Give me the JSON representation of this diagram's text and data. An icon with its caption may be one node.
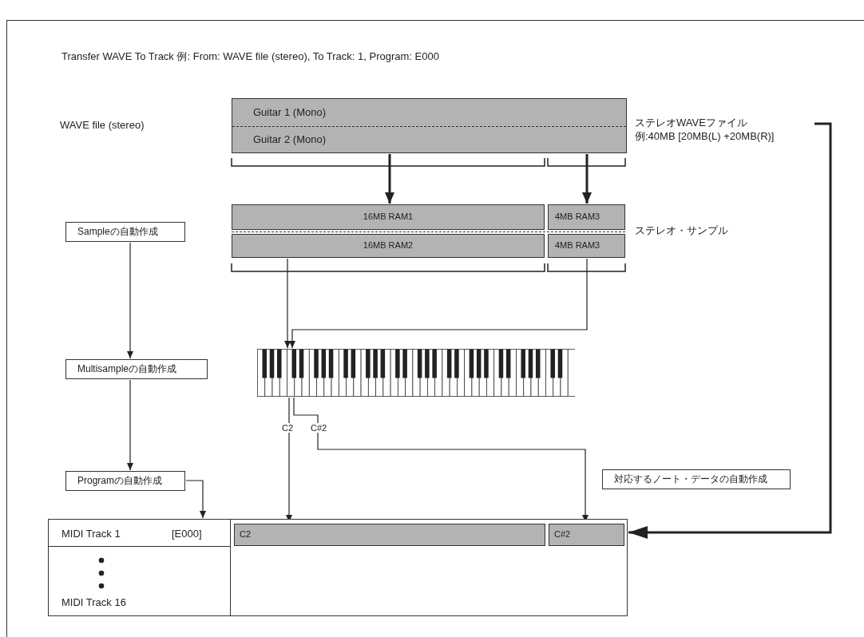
{
  "diagram": {
    "title": "Transfer WAVE To Track 例: From: WAVE file (stereo), To Track: 1, Program: E000",
    "nodes": [
      {
        "text": [
          "Guitar 1 (Mono)",
          "Guitar 2 (Mono)"
        ]
      },
      {
        "text": [
          "ステレオWAVEファイル",
          "例:40MB [20MB(L) +20MB(R)]"
        ]
      },
      {
        "text": [
          "16MB RAM1"
        ]
      },
      {
        "text": [
          "4MB RAM3"
        ]
      },
      {
        "text": [
          "16MB RAM2"
        ]
      },
      {
        "text": [
          "4MB RAM3"
        ]
      },
      {
        "text": [
          "Sampleの自動作成"
        ]
      },
      {
        "text": [
          "Multisampleの自動作成"
        ]
      },
      {
        "text": [
          "Programの自動作成"
        ]
      },
      {
        "text": [],
        "shape": "picture"
      },
      {
        "text": [
          "対応するノート・データの自動作成"
        ]
      },
      {
        "text": [],
        "shape": "box"
      },
      {
        "text": [
          "MIDI Track 1",
          "[E000]"
        ],
        "in": 11
      },
      {
        "text": [
          "C2"
        ],
        "in": 11
      },
      {
        "text": [
          "C#2"
        ],
        "in": 11
      },
      {
        "text": [
          "MIDI Track 16"
        ],
        "in": 11
      }
    ],
    "edges": [
      {
        "from": 0,
        "to": 2,
        "arrow": "to",
        "style": "thick"
      },
      {
        "from": 0,
        "to": 3,
        "arrow": "to",
        "style": "thick"
      },
      {
        "from": 4,
        "to": 9,
        "arrow": "to"
      },
      {
        "from": 5,
        "to": 9,
        "arrow": "to"
      },
      {
        "from": 6,
        "to": 7,
        "arrow": "to"
      },
      {
        "from": 7,
        "to": 8,
        "arrow": "to"
      },
      {
        "from": 8,
        "to": 12,
        "arrow": "to"
      },
      {
        "from": 9,
        "to": 13,
        "arrow": "to",
        "label": "C2"
      },
      {
        "from": 9,
        "to": 14,
        "arrow": "to",
        "label": "C#2"
      },
      {
        "from": 1,
        "to": 11,
        "arrow": "to",
        "style": "thick"
      }
    ],
    "labels": [
      "WAVE file (stereo)",
      "ステレオ・サンプル"
    ]
  }
}
